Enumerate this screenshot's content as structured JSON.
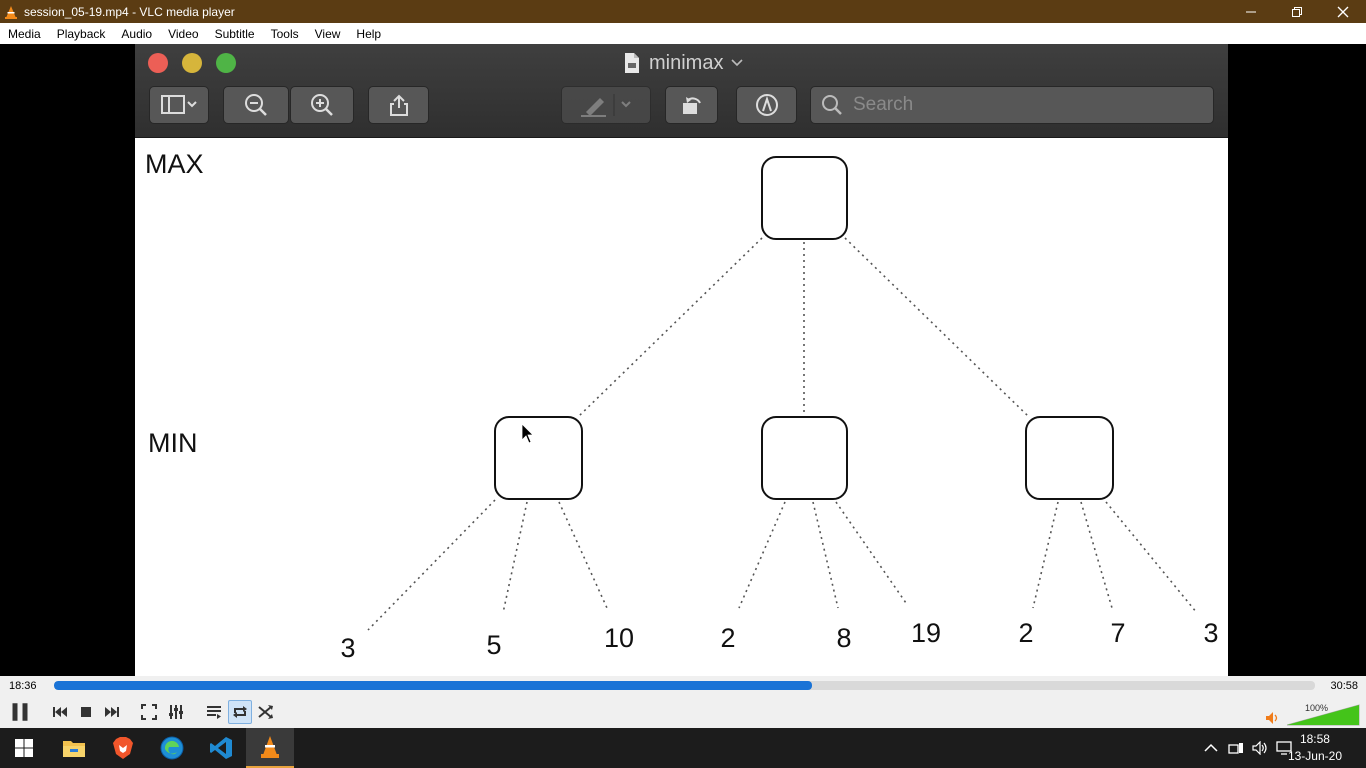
{
  "window": {
    "title": "session_05-19.mp4 - VLC media player"
  },
  "menu": [
    "Media",
    "Playback",
    "Audio",
    "Video",
    "Subtitle",
    "Tools",
    "View",
    "Help"
  ],
  "preview": {
    "doc_title": "minimax",
    "search_placeholder": "Search"
  },
  "diagram": {
    "max_label": "MAX",
    "min_label": "MIN",
    "leaves": [
      "3",
      "5",
      "10",
      "2",
      "8",
      "19",
      "2",
      "7",
      "3"
    ]
  },
  "player": {
    "elapsed": "18:36",
    "total": "30:58",
    "progress": 0.601,
    "volume_label": "100%",
    "volume": 1.0
  },
  "taskbar": {
    "time": "18:58",
    "date": "13-Jun-20"
  },
  "colors": {
    "seek": "#1a73d6",
    "volume": "#44c41a",
    "titlebar": "#5b3c13"
  }
}
